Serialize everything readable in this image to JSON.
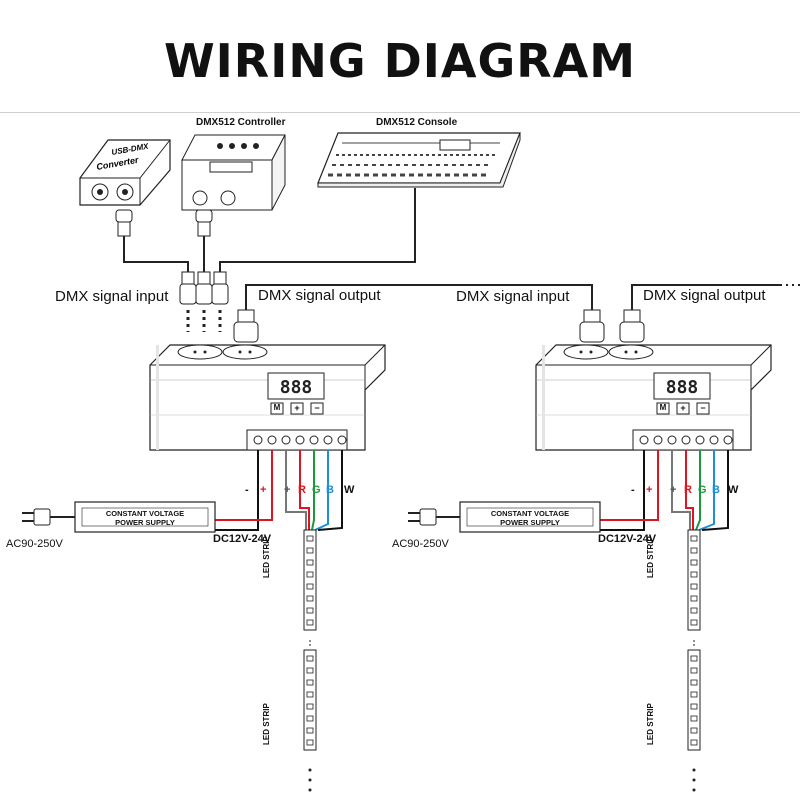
{
  "title": "WIRING DIAGRAM",
  "devices": {
    "usb_dmx": "USB-DMX Converter",
    "controller": "DMX512 Controller",
    "console": "DMX512 Console"
  },
  "signals": {
    "input_left": "DMX signal input",
    "output_left": "DMX signal output",
    "input_right": "DMX signal input",
    "output_right": "DMX signal output"
  },
  "power_supply": {
    "line1": "CONSTANT VOLTAGE",
    "line2": "POWER SUPPLY",
    "dc": "DC12V-24V",
    "ac": "AC90-250V"
  },
  "terminals": {
    "minus": "-",
    "plus": "+",
    "r": "R",
    "g": "G",
    "b": "B",
    "w": "W"
  },
  "buttons": {
    "m": "M",
    "plus": "+",
    "minus": "−"
  },
  "led_strip": "LED STRIP",
  "colors": {
    "red": "#e0141e",
    "green": "#1a9a3a",
    "blue": "#1d8fd6",
    "black": "#111111"
  }
}
